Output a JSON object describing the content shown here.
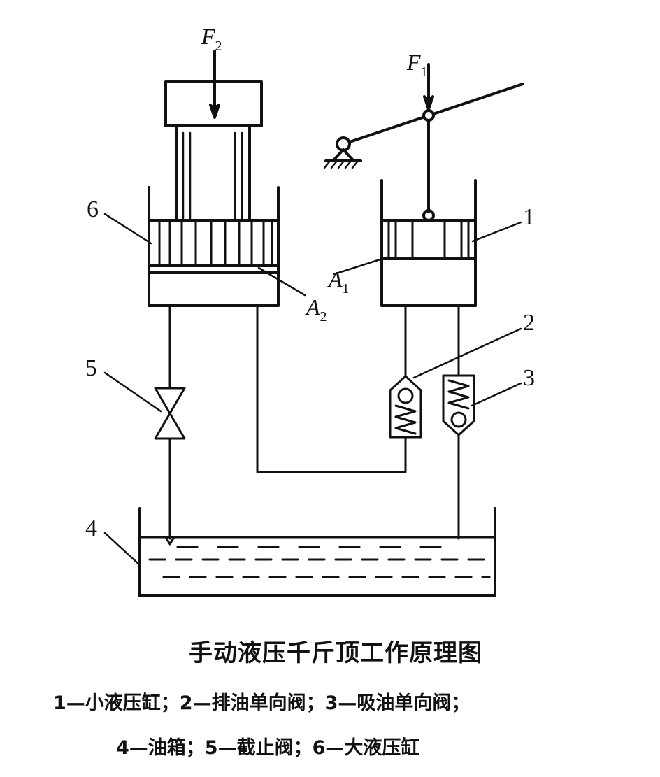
{
  "labels": {
    "force_large": "F",
    "force_large_sub": "2",
    "force_small": "F",
    "force_small_sub": "1",
    "area_small": "A",
    "area_small_sub": "1",
    "area_large": "A",
    "area_large_sub": "2",
    "n1": "1",
    "n2": "2",
    "n3": "3",
    "n4": "4",
    "n5": "5",
    "n6": "6"
  },
  "caption": {
    "title": "手动液压千斤顶工作原理图",
    "legend_line1": "1—小液压缸；2—排油单向阀；3—吸油单向阀；",
    "legend_line2": "4—油箱；5—截止阀；6—大液压缸"
  }
}
